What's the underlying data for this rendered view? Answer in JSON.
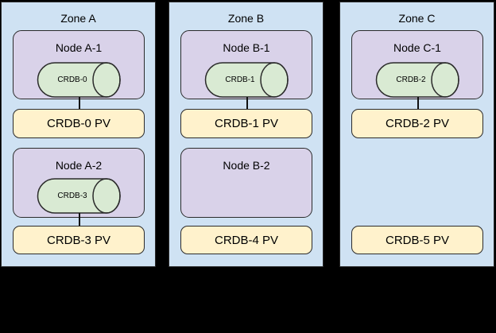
{
  "colors": {
    "background": "#000000",
    "zone_fill": "#cfe2f3",
    "node_fill": "#d9d2e9",
    "pod_fill": "#d9ead3",
    "pv_fill": "#fff2cc",
    "border": "#2b2b2b",
    "text": "#000000"
  },
  "zones": [
    {
      "label": "Zone A",
      "nodes": [
        {
          "label": "Node A-1",
          "pod": "CRDB-0"
        },
        {
          "label": "Node A-2",
          "pod": "CRDB-3"
        }
      ],
      "pvs": [
        "CRDB-0 PV",
        "CRDB-3 PV"
      ]
    },
    {
      "label": "Zone B",
      "nodes": [
        {
          "label": "Node B-1",
          "pod": "CRDB-1"
        },
        {
          "label": "Node B-2"
        }
      ],
      "pvs": [
        "CRDB-1 PV",
        "CRDB-4 PV"
      ]
    },
    {
      "label": "Zone C",
      "nodes": [
        {
          "label": "Node C-1",
          "pod": "CRDB-2"
        }
      ],
      "pvs": [
        "CRDB-2 PV",
        "CRDB-5 PV"
      ]
    }
  ]
}
